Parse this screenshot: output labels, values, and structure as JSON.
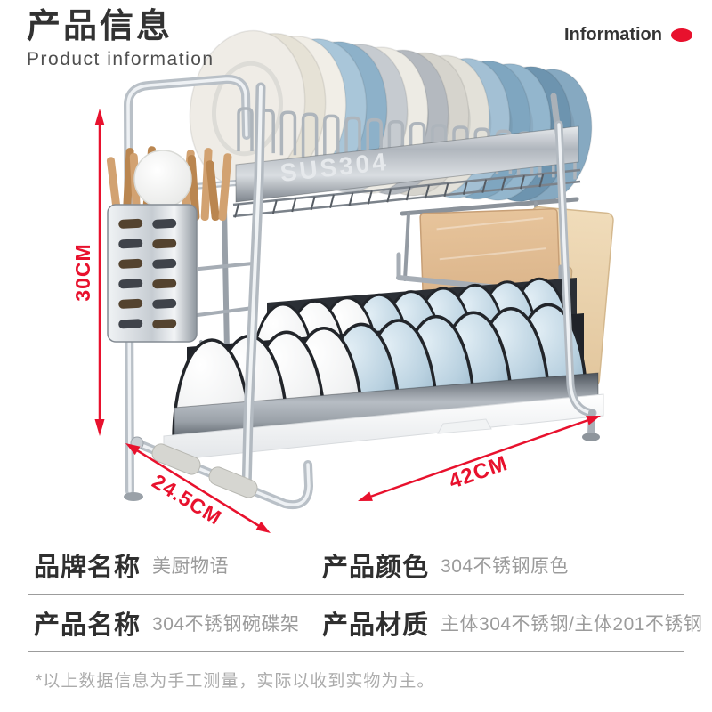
{
  "header": {
    "title_cn": "产品信息",
    "title_en": "Product information",
    "corner_label": "Information"
  },
  "product": {
    "engraving": "SUS304",
    "dimensions": {
      "height": "30CM",
      "depth": "24.5CM",
      "width": "42CM"
    }
  },
  "specs": {
    "cells": [
      {
        "label": "品牌名称",
        "value": "美厨物语"
      },
      {
        "label": "产品颜色",
        "value": "304不锈钢原色"
      },
      {
        "label": "产品名称",
        "value": "304不锈钢碗碟架"
      },
      {
        "label": "产品材质",
        "value": "主体304不锈钢/主体201不锈钢"
      }
    ]
  },
  "footnote": "*以上数据信息为手工测量，实际以收到实物为主。",
  "palette": {
    "accent_red": "#e8112d",
    "heading_color": "#323232",
    "value_gray": "#9b9b9b",
    "chrome": "#c6ccd2",
    "wood": "#ddb78e",
    "bowl_white": "#f2f3f3",
    "bowl_blue": "#b7cfde",
    "plate_colors": [
      "#efece6",
      "#e6e2d6",
      "#f1eee7",
      "#a9c6d9",
      "#8db1c9",
      "#c6cbd0",
      "#edebe4",
      "#b4b9bf",
      "#d6d4cd",
      "#e3e1d9",
      "#a3c0d4",
      "#7fa6c0",
      "#93b6cd",
      "#6d94af",
      "#86a9c1"
    ]
  }
}
